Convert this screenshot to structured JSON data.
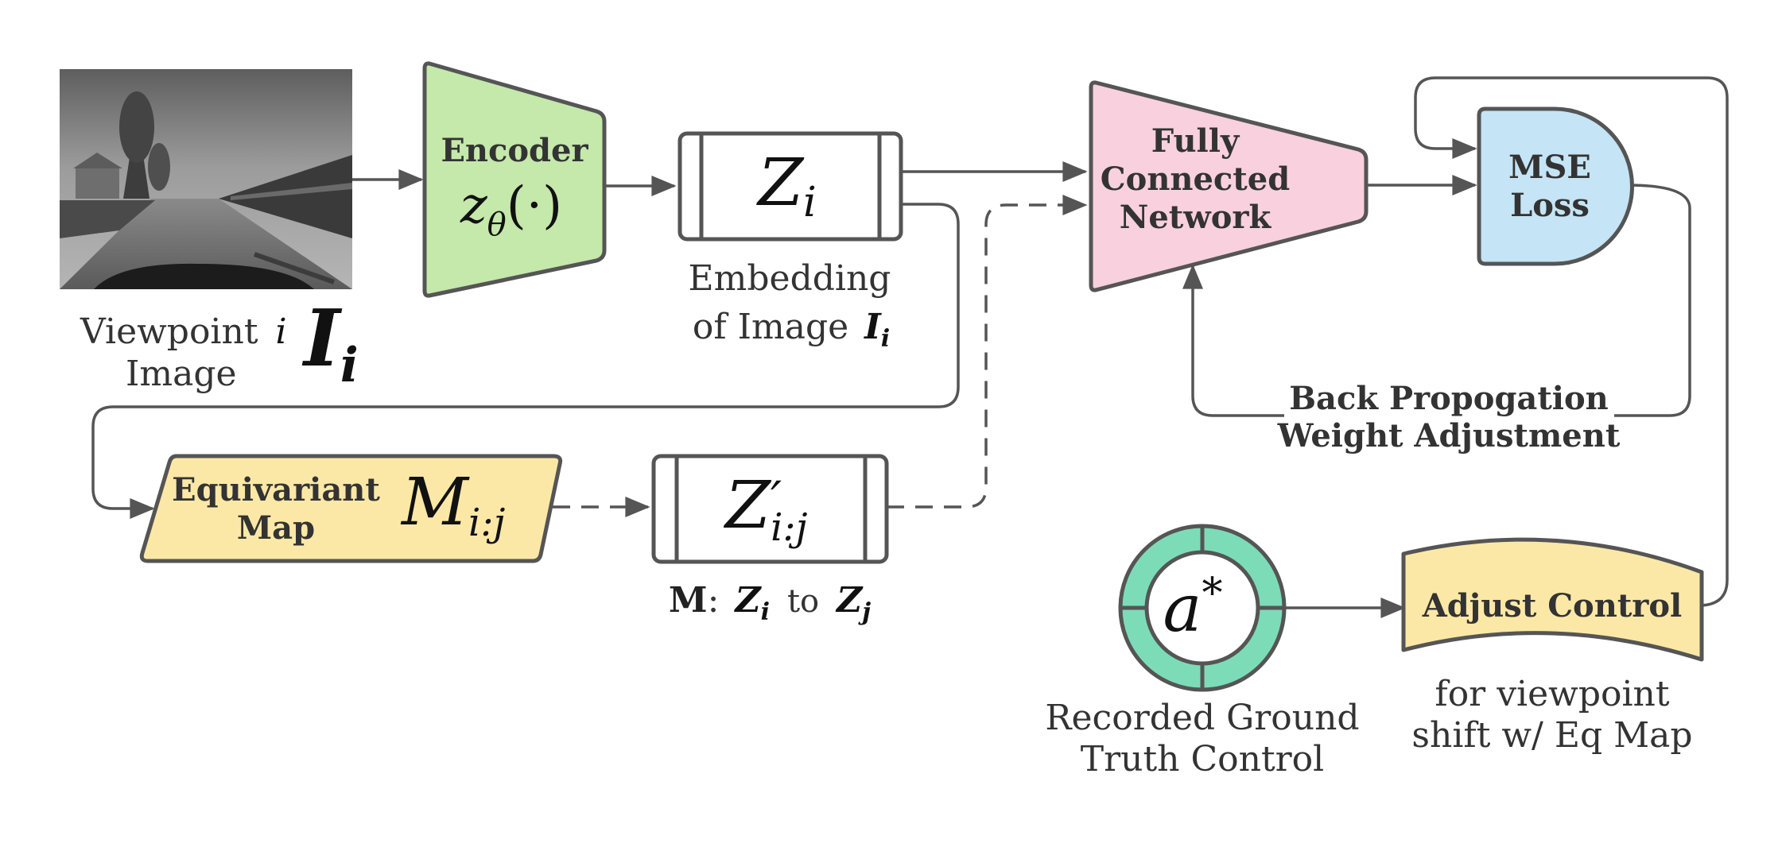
{
  "colors": {
    "encoder": "#c5e8ab",
    "fully_connected": "#f8d0de",
    "mse_loss": "#c5e4f5",
    "equivariant_map": "#fce8a6",
    "adjust_control": "#fce8a6",
    "ground_truth_ring": "#7ddcb8",
    "stroke": "#555555",
    "text": "#333333"
  },
  "input_image": {
    "caption_line1": "Viewpoint",
    "caption_var": "i",
    "caption_line2": "Image",
    "symbol": "I",
    "symbol_sub": "i"
  },
  "encoder": {
    "label": "Encoder",
    "formula": "z",
    "formula_sub": "θ",
    "formula_arg": "(·)"
  },
  "embedding": {
    "symbol": "Z",
    "symbol_sub": "i",
    "caption_line1": "Embedding",
    "caption_line2": "of Image",
    "caption_symbol": "I",
    "caption_sub": "i"
  },
  "fully_connected": {
    "line1": "Fully",
    "line2": "Connected",
    "line3": "Network"
  },
  "mse_loss": {
    "line1": "MSE",
    "line2": "Loss"
  },
  "backprop": {
    "line1": "Back Propogation",
    "line2": "Weight Adjustment"
  },
  "equivariant_map": {
    "line1": "Equivariant",
    "line2": "Map",
    "symbol": "M",
    "symbol_sub": "i:j"
  },
  "mapped_embedding": {
    "symbol": "Z",
    "prime": "′",
    "symbol_sub": "i:j",
    "caption_bold": "M",
    "caption_colon": ":",
    "caption_from": "Z",
    "caption_from_sub": "i",
    "caption_to": "to",
    "caption_dest": "Z",
    "caption_dest_sub": "j"
  },
  "ground_truth": {
    "symbol": "a",
    "superscript": "*",
    "caption_line1": "Recorded Ground",
    "caption_line2": "Truth Control"
  },
  "adjust_control": {
    "label": "Adjust Control",
    "caption_line1": "for viewpoint",
    "caption_line2": "shift w/ Eq Map"
  }
}
